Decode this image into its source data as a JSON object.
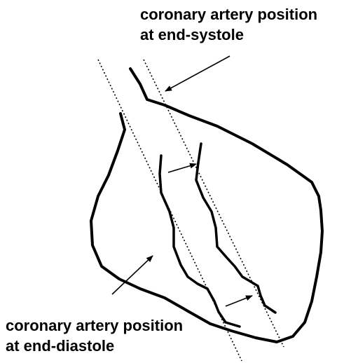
{
  "labels": {
    "systole_line1": "coronary artery position",
    "systole_line2": "at end-systole",
    "diastole_line1": "coronary artery position",
    "diastole_line2": "at end-diastole"
  },
  "colors": {
    "ink": "#000000",
    "background": "#ffffff"
  }
}
